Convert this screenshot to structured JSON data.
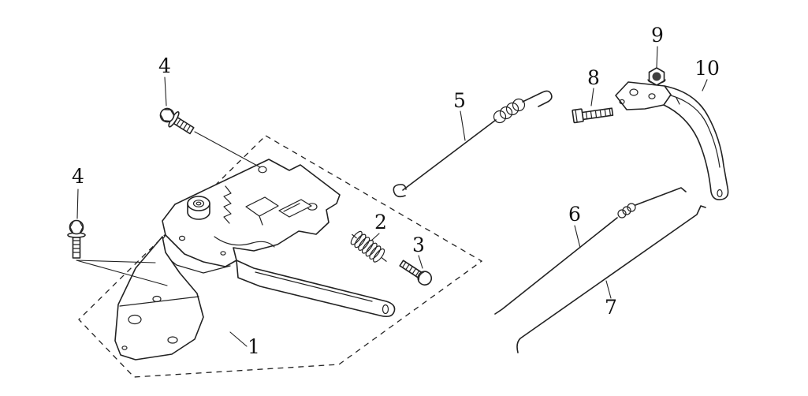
{
  "diagram": {
    "background_color": "#ffffff",
    "line_color": "#222222",
    "label_color": "#111111",
    "callouts": [
      {
        "part": "4",
        "target": "flange-bolt-upper"
      },
      {
        "part": "4",
        "target": "flange-bolt-left"
      },
      {
        "part": "1",
        "target": "control-base-assembly"
      },
      {
        "part": "2",
        "target": "coil-spring"
      },
      {
        "part": "3",
        "target": "pan-head-screw"
      },
      {
        "part": "5",
        "target": "return-spring"
      },
      {
        "part": "6",
        "target": "control-rod-upper"
      },
      {
        "part": "7",
        "target": "control-rod-lower"
      },
      {
        "part": "8",
        "target": "setting-screw"
      },
      {
        "part": "9",
        "target": "flange-nut"
      },
      {
        "part": "10",
        "target": "control-lever"
      }
    ]
  }
}
